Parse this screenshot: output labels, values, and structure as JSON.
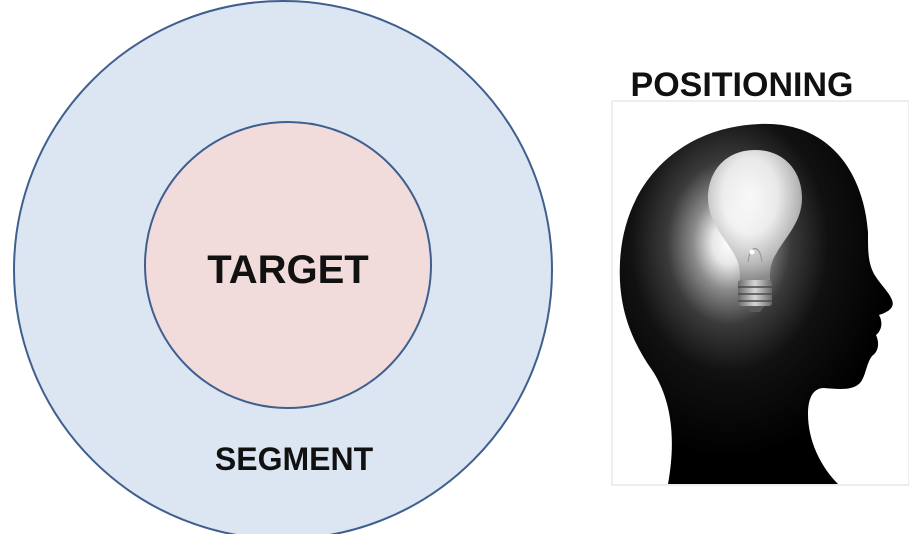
{
  "diagram": {
    "outer_label": "SEGMENT",
    "inner_label": "TARGET",
    "outer_fill": "#dce6f2",
    "inner_fill": "#f2dcdb",
    "stroke": "#3f5f8f"
  },
  "positioning": {
    "title": "POSITIONING",
    "image": "head-silhouette-with-lightbulb",
    "head_color": "#000000",
    "bulb_glow": "#ffffff"
  }
}
